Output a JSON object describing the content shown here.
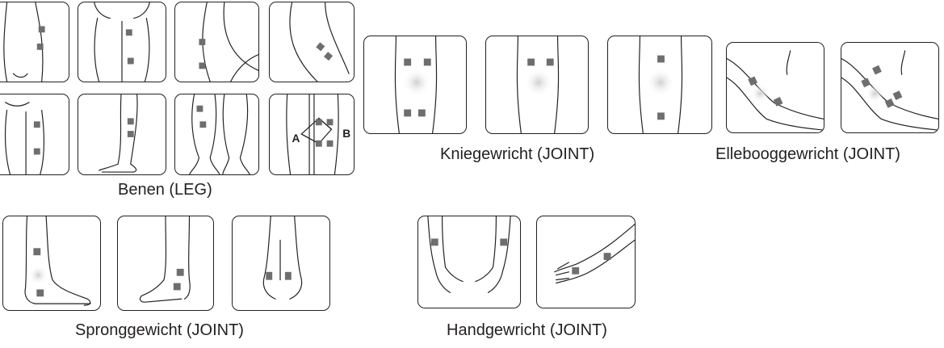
{
  "captions": {
    "leg": "Benen (LEG)",
    "knee": "Kniegewricht  (JOINT)",
    "elbow": "Ellebooggewricht (JOINT)",
    "ankle": "Spronggewicht (JOINT)",
    "wrist": "Handgewricht (JOINT)"
  },
  "markers": {
    "a": "A",
    "b": "B"
  },
  "colors": {
    "pad": "#6d6e70",
    "outline": "#231f20",
    "glow": "#d8d8d8"
  }
}
